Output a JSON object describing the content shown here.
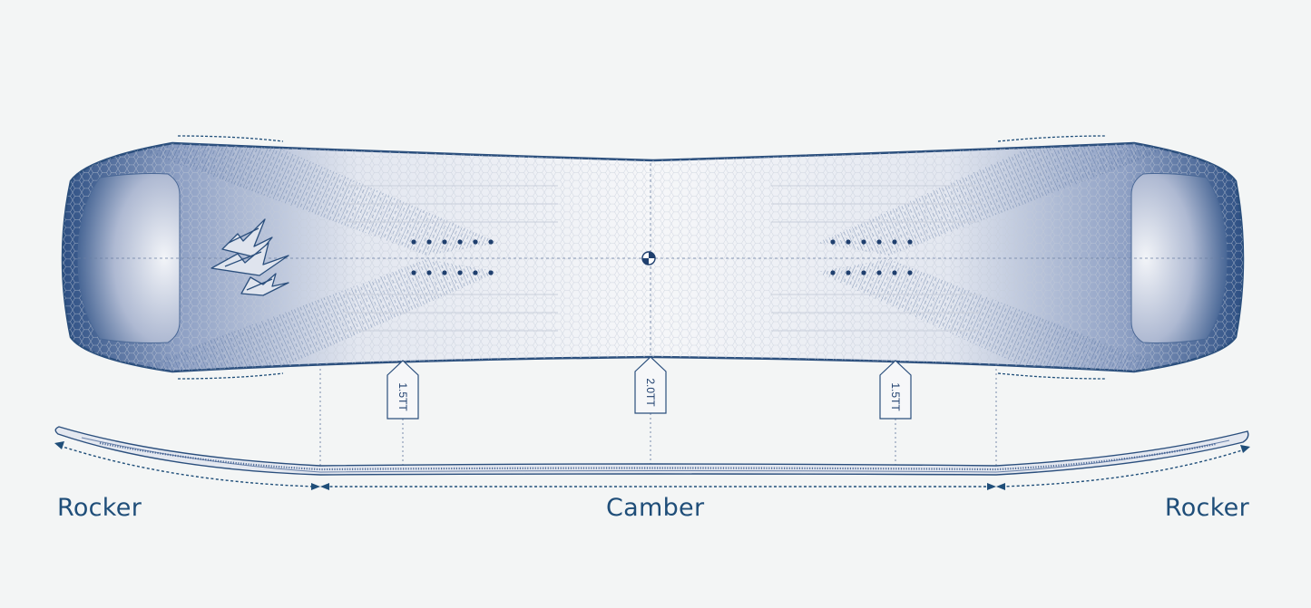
{
  "diagram": {
    "subject": "snowboard top view and side profile",
    "colors": {
      "ink": "#1f4e79",
      "board_edge": "#2b4f7d",
      "background": "#f3f5f5",
      "board_light": "#f6f7f9",
      "board_dark": "#2d4f83"
    },
    "insert_tags": [
      {
        "label": "1.5TT"
      },
      {
        "label": "2.0TT"
      },
      {
        "label": "1.5TT"
      }
    ],
    "profile_zones": [
      {
        "label": "Rocker"
      },
      {
        "label": "Camber"
      },
      {
        "label": "Rocker"
      }
    ],
    "icons": [
      "brand-logo-icon",
      "center-mark-icon"
    ]
  }
}
